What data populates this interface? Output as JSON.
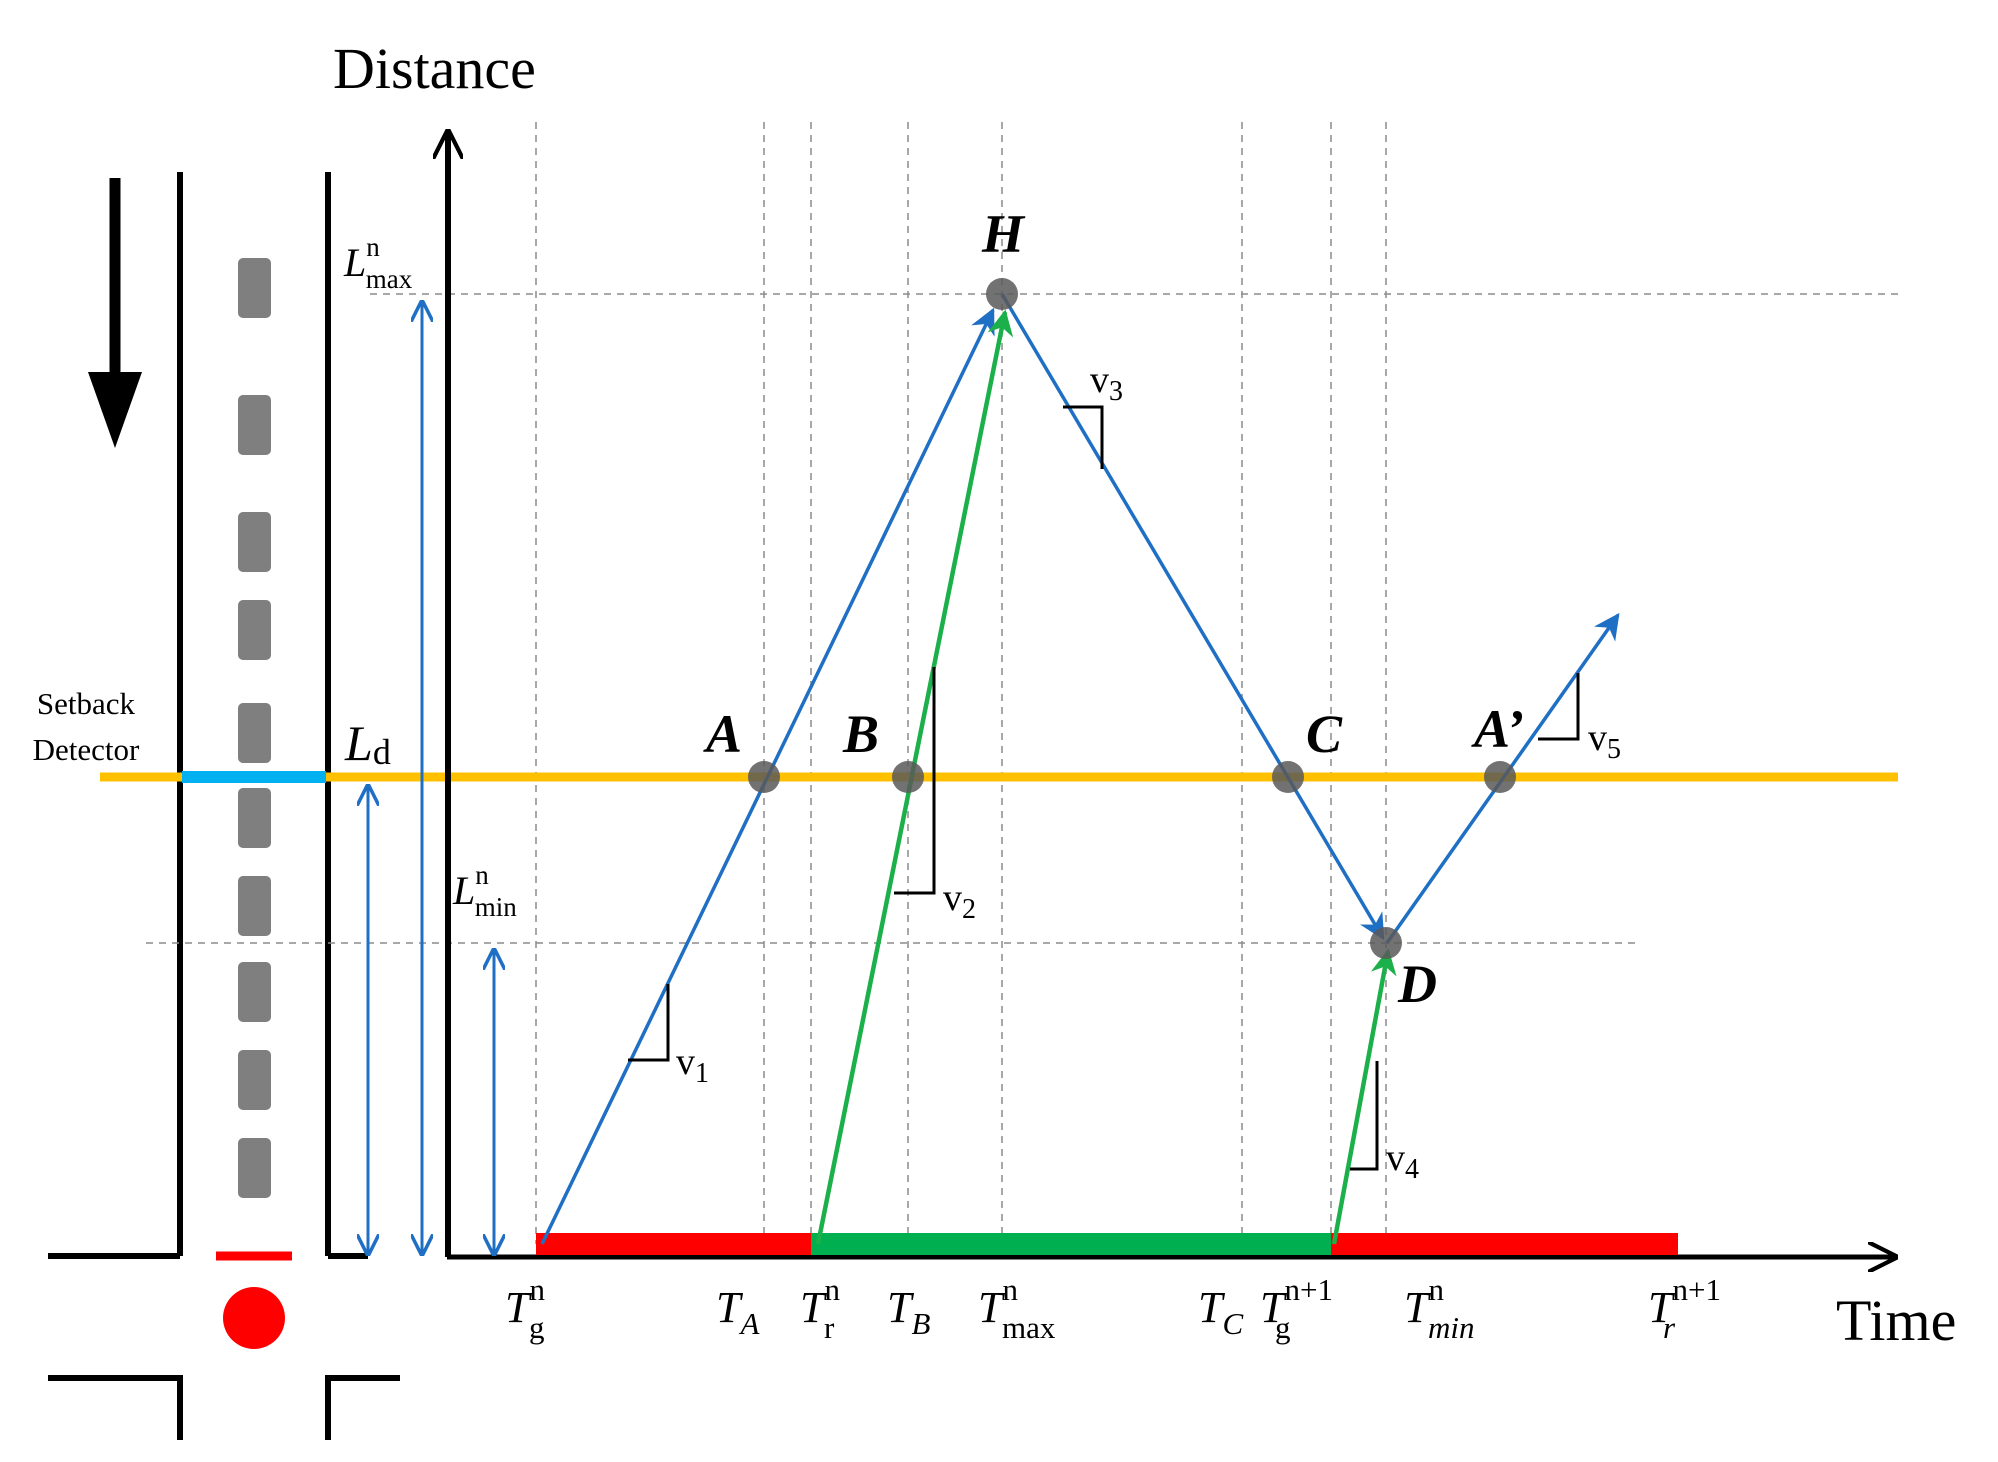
{
  "axes": {
    "y_label": "Distance",
    "x_label": "Time"
  },
  "detector": {
    "label_line1": "Setback",
    "label_line2": "Detector"
  },
  "distance_labels": {
    "L_max": {
      "base": "L",
      "sup": "n",
      "sub": "max"
    },
    "L_d": {
      "base": "L",
      "sub": "d"
    },
    "L_min": {
      "base": "L",
      "sup": "n",
      "sub": "min"
    }
  },
  "points": {
    "H": "H",
    "A": "A",
    "B": "B",
    "C": "C",
    "A_prime": "A’",
    "D": "D"
  },
  "slopes": {
    "v1": {
      "base": "v",
      "sub": "1"
    },
    "v2": {
      "base": "v",
      "sub": "2"
    },
    "v3": {
      "base": "v",
      "sub": "3"
    },
    "v4": {
      "base": "v",
      "sub": "4"
    },
    "v5": {
      "base": "v",
      "sub": "5"
    }
  },
  "time_labels": {
    "Tg_n": {
      "base": "T",
      "sup": "n",
      "sub": "g"
    },
    "T_A": {
      "base": "T",
      "sub": "A"
    },
    "Tr_n": {
      "base": "T",
      "sup": "n",
      "sub": "r"
    },
    "T_B": {
      "base": "T",
      "sub": "B"
    },
    "Tmax_n": {
      "base": "T",
      "sup": "n",
      "sub": "max"
    },
    "T_C": {
      "base": "T",
      "sub": "C"
    },
    "Tg_n1": {
      "base": "T",
      "sup": "n+1",
      "sub": "g"
    },
    "Tmin_n": {
      "base": "T",
      "sup": "n",
      "sub": "min"
    },
    "Tr_n1": {
      "base": "T",
      "sup": "n+1",
      "sub": "r"
    }
  },
  "colors": {
    "queue_line": "#1f6fc4",
    "discharge_line": "#1bb04a",
    "red_phase": "#ff0000",
    "green_phase": "#00b050",
    "detector_line": "#ffc000",
    "detector_lane": "#00b0f0",
    "vehicle": "#7f7f7f",
    "guide": "#8c8c8c",
    "signal": "#ff0000"
  }
}
